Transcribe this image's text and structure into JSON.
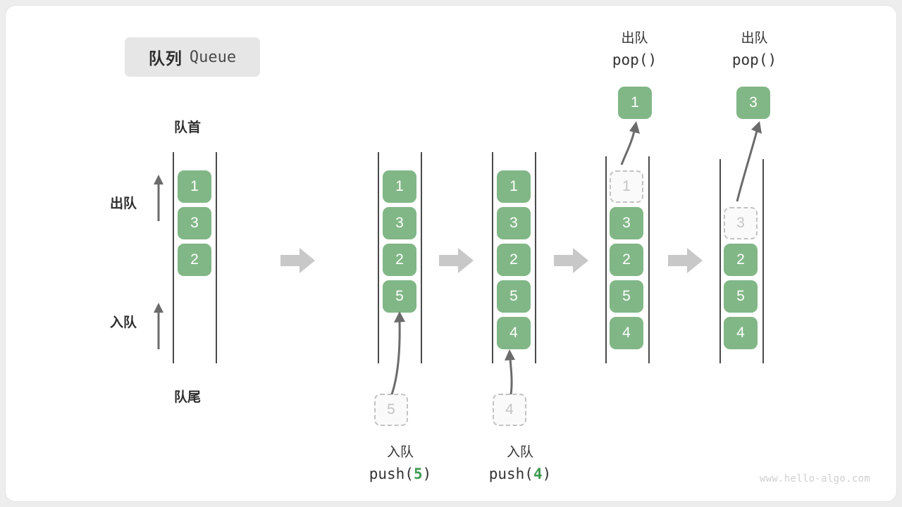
{
  "title": {
    "cn": "队列",
    "en": "Queue"
  },
  "labels": {
    "front": "队首",
    "rear": "队尾",
    "dequeue": "出队",
    "enqueue": "入队"
  },
  "watermark": "www.hello-algo.com",
  "colors": {
    "cell_fill": "#81b786",
    "cell_text": "#ffffff",
    "ghost_fill": "#fafafa",
    "ghost_border": "#c2c2c2",
    "ghost_text": "#c4c4c4",
    "rail": "#4a4a4a",
    "flow_arrow": "#c8c8c8",
    "thin_arrow": "#6b6b6b",
    "accent_green": "#3f9a4f",
    "badge_bg": "#e6e6e6",
    "text": "#333333"
  },
  "stages": [
    {
      "name": "initial",
      "cells": [
        "1",
        "3",
        "2"
      ],
      "ghost": null,
      "operation": null
    },
    {
      "name": "after-push-5",
      "cells": [
        "1",
        "3",
        "2",
        "5"
      ],
      "ghost": {
        "value": "5",
        "position": "below"
      },
      "operation": {
        "cn": "入队",
        "fn": "push(",
        "arg": "5",
        "close": ")"
      }
    },
    {
      "name": "after-push-4",
      "cells": [
        "1",
        "3",
        "2",
        "5",
        "4"
      ],
      "ghost": {
        "value": "4",
        "position": "below"
      },
      "operation": {
        "cn": "入队",
        "fn": "push(",
        "arg": "4",
        "close": ")"
      }
    },
    {
      "name": "after-pop-1",
      "cells": [
        "3",
        "2",
        "5",
        "4"
      ],
      "ghost": {
        "value": "1",
        "position": "slot0"
      },
      "popped": "1",
      "operation": {
        "cn": "出队",
        "fn": "pop()",
        "arg": "",
        "close": ""
      }
    },
    {
      "name": "after-pop-3",
      "cells": [
        "2",
        "5",
        "4"
      ],
      "ghost": {
        "value": "3",
        "position": "slot1"
      },
      "popped": "3",
      "operation": {
        "cn": "出队",
        "fn": "pop()",
        "arg": "",
        "close": ""
      }
    }
  ],
  "cells": {
    "c1_0": "1",
    "c1_1": "3",
    "c1_2": "2",
    "c2_0": "1",
    "c2_1": "3",
    "c2_2": "2",
    "c2_3": "5",
    "c3_0": "1",
    "c3_1": "3",
    "c3_2": "2",
    "c3_3": "5",
    "c3_4": "4",
    "c4_ghost": "1",
    "c4_1": "3",
    "c4_2": "2",
    "c4_3": "5",
    "c4_4": "4",
    "c5_ghost": "3",
    "c5_2": "2",
    "c5_3": "5",
    "c5_4": "4",
    "g2": "5",
    "g3": "4",
    "pop1": "1",
    "pop2": "3"
  },
  "operations": {
    "push5": {
      "cn": "入队",
      "pre": "push(",
      "arg": "5",
      "post": ")"
    },
    "push4": {
      "cn": "入队",
      "pre": "push(",
      "arg": "4",
      "post": ")"
    },
    "pop_a": {
      "cn": "出队",
      "code": "pop()"
    },
    "pop_b": {
      "cn": "出队",
      "code": "pop()"
    }
  }
}
